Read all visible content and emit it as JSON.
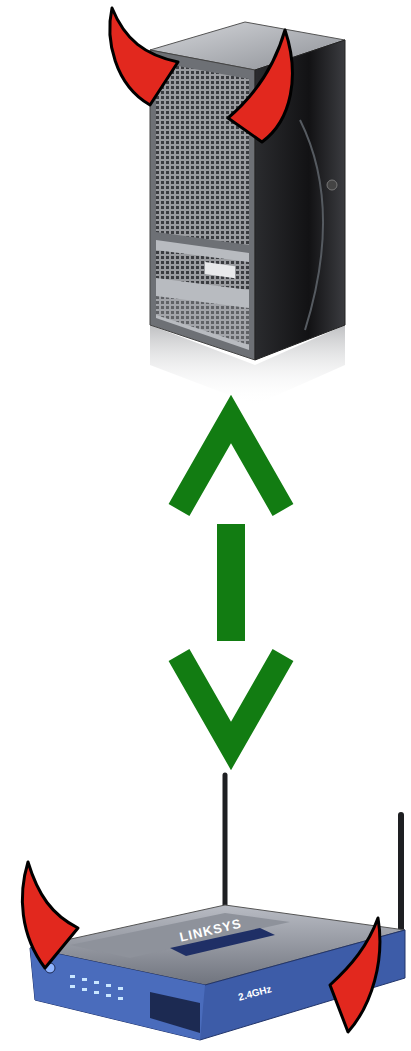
{
  "diagram": {
    "nodes": [
      {
        "text": []
      },
      {
        "text": [
          "LINKSYS",
          "2.4GHz"
        ]
      }
    ],
    "edges": [
      {
        "from": 0,
        "to": 1,
        "arrow": "both"
      }
    ]
  }
}
